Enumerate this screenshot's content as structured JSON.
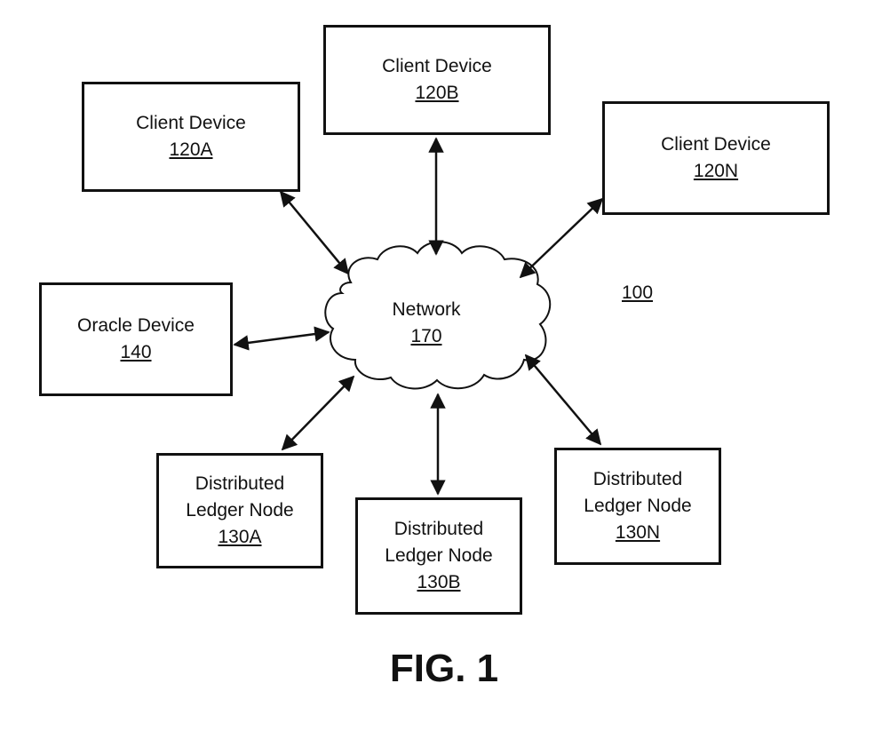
{
  "network": {
    "label": "Network",
    "ref": "170"
  },
  "nodes": {
    "client_a": {
      "label": "Client Device",
      "ref": "120A"
    },
    "client_b": {
      "label": "Client Device",
      "ref": "120B"
    },
    "client_n": {
      "label": "Client Device",
      "ref": "120N"
    },
    "oracle": {
      "label": "Oracle Device",
      "ref": "140"
    },
    "ledger_a": {
      "label_line1": "Distributed",
      "label_line2": "Ledger Node",
      "ref": "130A"
    },
    "ledger_b": {
      "label_line1": "Distributed",
      "label_line2": "Ledger Node",
      "ref": "130B"
    },
    "ledger_n": {
      "label_line1": "Distributed",
      "label_line2": "Ledger Node",
      "ref": "130N"
    }
  },
  "system_ref": "100",
  "figure_caption": "FIG. 1",
  "connections": [
    {
      "from": "client_a",
      "to": "network",
      "type": "bidirectional"
    },
    {
      "from": "client_b",
      "to": "network",
      "type": "bidirectional"
    },
    {
      "from": "client_n",
      "to": "network",
      "type": "bidirectional"
    },
    {
      "from": "oracle",
      "to": "network",
      "type": "bidirectional"
    },
    {
      "from": "ledger_a",
      "to": "network",
      "type": "bidirectional"
    },
    {
      "from": "ledger_b",
      "to": "network",
      "type": "bidirectional"
    },
    {
      "from": "ledger_n",
      "to": "network",
      "type": "bidirectional"
    }
  ]
}
